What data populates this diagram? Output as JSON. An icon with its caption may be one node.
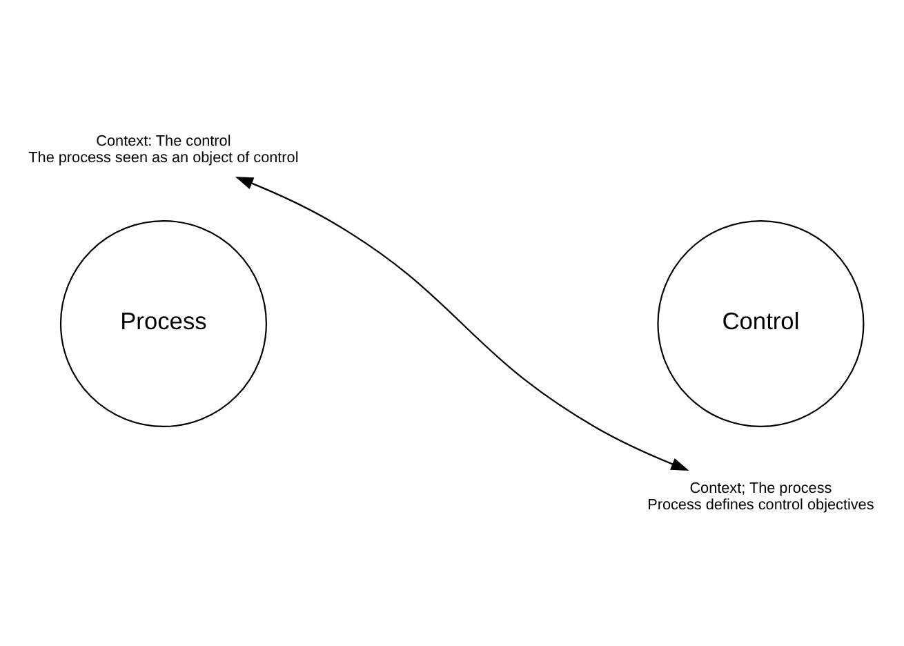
{
  "diagram": {
    "nodes": [
      {
        "text": [
          "Process"
        ]
      },
      {
        "text": [
          "Control"
        ]
      },
      {
        "text": [
          "Context: The control",
          "The process seen as an object of control"
        ]
      },
      {
        "text": [
          "Context; The process",
          "Process defines control objectives"
        ]
      }
    ],
    "edges": [
      {
        "from": 2,
        "to": 3,
        "arrow": "both"
      }
    ]
  }
}
